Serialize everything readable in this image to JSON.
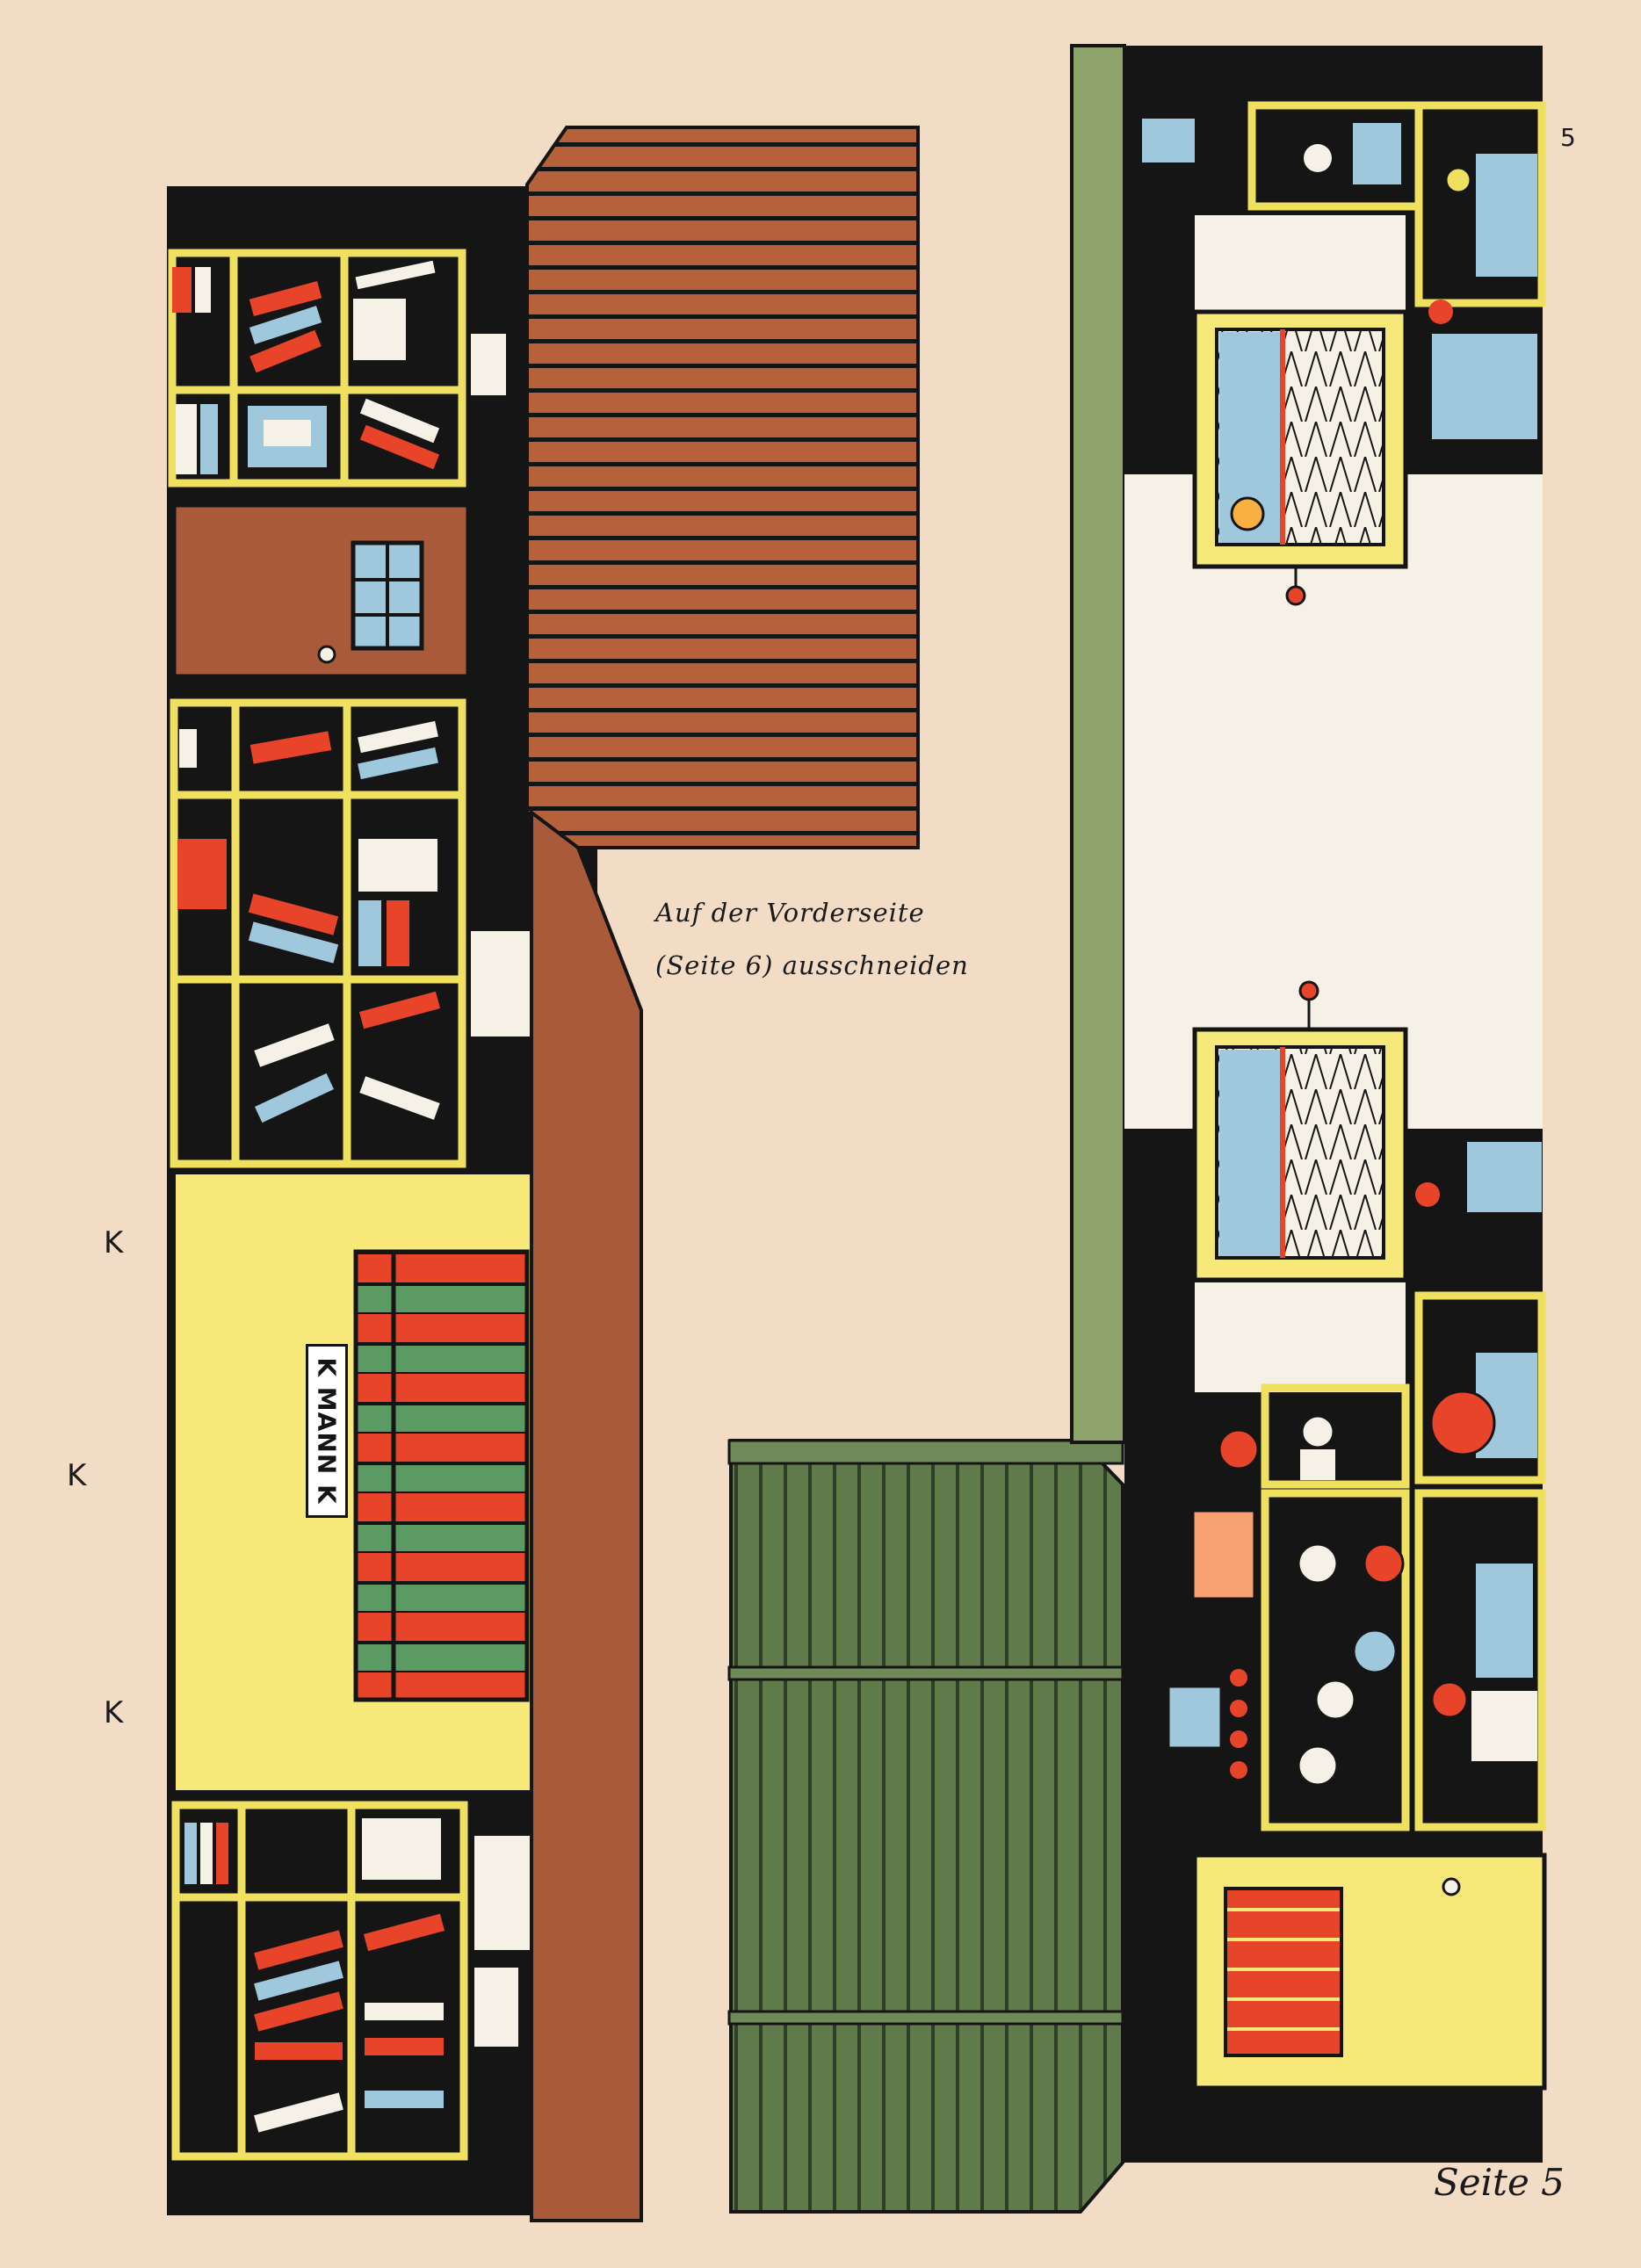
{
  "instruction": {
    "line1": "Auf der Vorderseite",
    "line2": "(Seite 6) ausschneiden"
  },
  "page_label": "Seite 5",
  "page_mark": "5",
  "fold_marks": [
    "K",
    "K",
    "K"
  ],
  "book_sign": "K MANN K",
  "colors": {
    "paper": "#f3dcc6",
    "ink": "#151515",
    "yellow": "#f6e97a",
    "shelf_yellow": "#f0e060",
    "roof_brown": "#b5613a",
    "wall_brown": "#a85a3a",
    "green": "#5f7a4a",
    "sage": "#8fa36c",
    "red": "#e8442a",
    "blue": "#9fc8dc",
    "white": "#f6f1e6"
  },
  "icons": [
    "book-icon",
    "doll-icon",
    "ball-icon",
    "spinning-top-icon",
    "toy-robot-icon",
    "lamp-icon"
  ]
}
